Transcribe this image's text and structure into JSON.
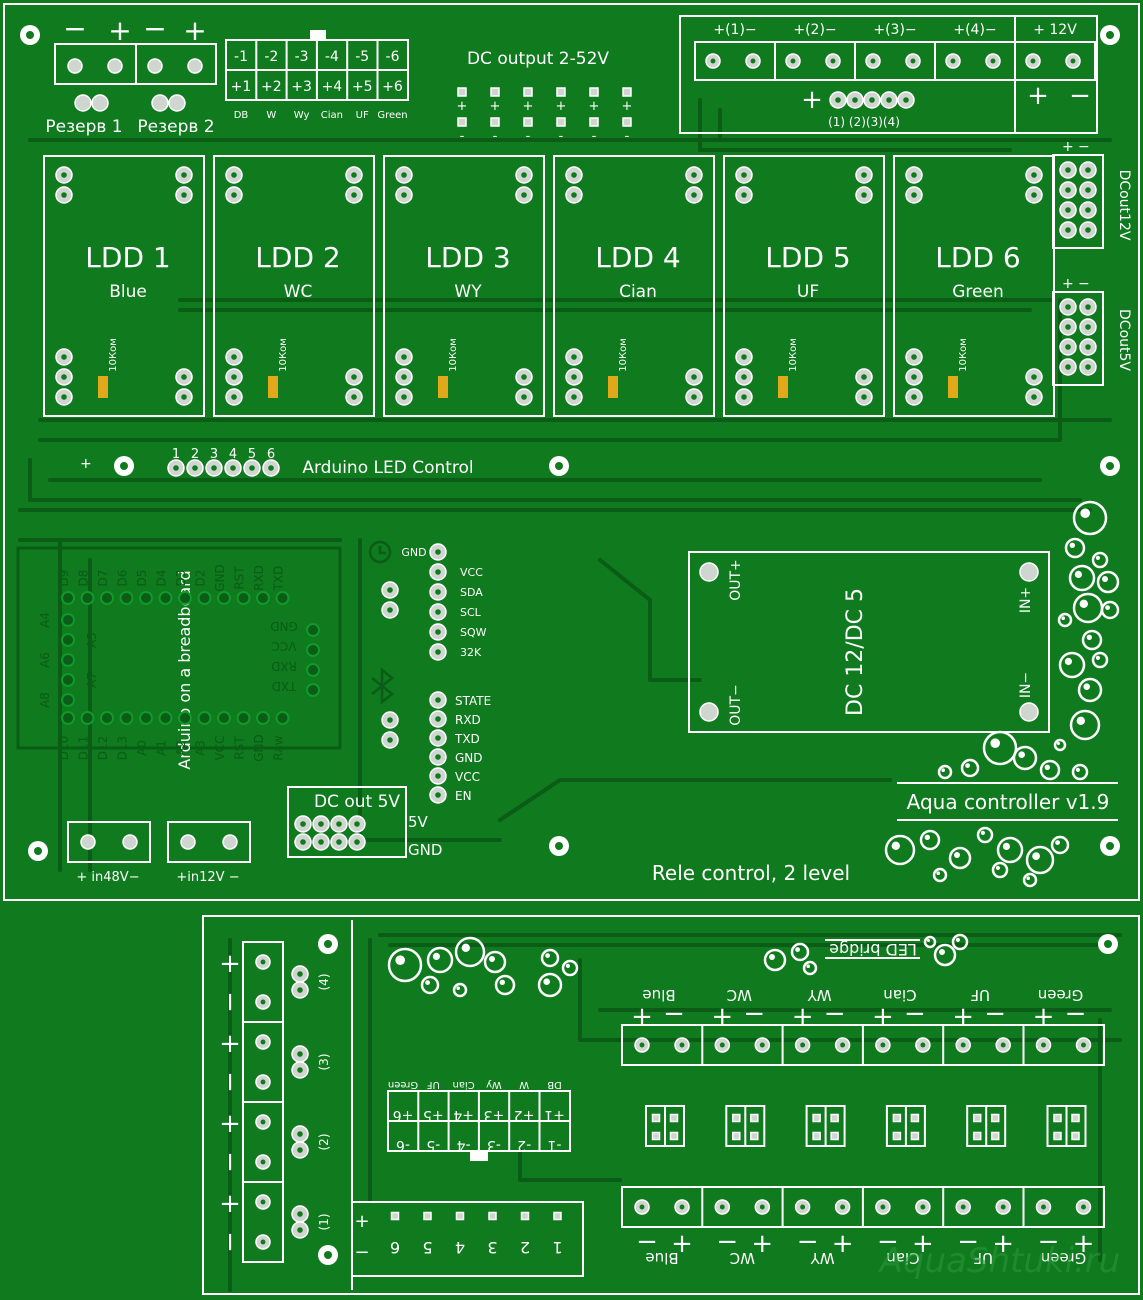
{
  "top_board": {
    "reserve_labels": [
      "Резерв 1",
      "Резерв 2"
    ],
    "reserve_polarity": [
      "−",
      "+",
      "−",
      "+"
    ],
    "minus_row": [
      "-1",
      "-2",
      "-3",
      "-4",
      "-5",
      "-6"
    ],
    "plus_row": [
      "+1",
      "+2",
      "+3",
      "+4",
      "+5",
      "+6"
    ],
    "channel_row": [
      "DB",
      "W",
      "Wy",
      "Cian",
      "UF",
      "Green"
    ],
    "dc_output_label": "DC output 2-52V",
    "dc_output_pins": [
      [
        "+",
        "-"
      ],
      [
        "+",
        "-"
      ],
      [
        "+",
        "-"
      ],
      [
        "+",
        "-"
      ],
      [
        "+",
        "-"
      ],
      [
        "+",
        "-"
      ]
    ],
    "relay_header": [
      "+(1)−",
      "+(2)−",
      "+(3)−",
      "+(4)−",
      "+ 12V"
    ],
    "relay_bottom_pm": [
      "+",
      "−"
    ],
    "relay_numbers": "(1) (2)(3)(4)",
    "dcout12_label": "DCout12V",
    "dcout5_label": "DCout5V",
    "ldd": [
      {
        "name": "LDD 1",
        "color": "Blue"
      },
      {
        "name": "LDD 2",
        "color": "WC"
      },
      {
        "name": "LDD 3",
        "color": "WY"
      },
      {
        "name": "LDD 4",
        "color": "Cian"
      },
      {
        "name": "LDD 5",
        "color": "UF"
      },
      {
        "name": "LDD 6",
        "color": "Green"
      }
    ],
    "resistor_label": "10Ком",
    "arduino_pin_numbers": [
      "1",
      "2",
      "3",
      "4",
      "5",
      "6"
    ],
    "arduino_led_label": "Arduino LED Control",
    "arduino_breadboard_label": "Arduino on a breadboard",
    "arduino_top_pins": [
      "D9",
      "D8",
      "D7",
      "D6",
      "D5",
      "D4",
      "D3",
      "D2",
      "GND",
      "RST",
      "RXD",
      "TXD"
    ],
    "arduino_bottom_pins": [
      "D10",
      "D11",
      "D12",
      "D13",
      "A0",
      "A1",
      "A2",
      "A3",
      "VCC",
      "RST",
      "GND",
      "Raw"
    ],
    "arduino_left_pins": [
      "A4",
      "A5",
      "A6",
      "A7",
      "A8"
    ],
    "arduino_right_pins": [
      "GND",
      "VCC",
      "RXD",
      "TXD"
    ],
    "rtc_pins": [
      "GND",
      "VCC",
      "SDA",
      "SCL",
      "SQW",
      "32K"
    ],
    "bt_pins": [
      "STATE",
      "RXD",
      "TXD",
      "GND",
      "VCC",
      "EN"
    ],
    "dcdc_label": "DC 12/DC 5",
    "dcdc_pins": [
      "OUT+",
      "OUT−",
      "IN+",
      "IN−"
    ],
    "dcout5_block_label": "DC out 5V",
    "v5_label": "5V",
    "gnd_label": "GND",
    "in48": "+ in48V−",
    "in12": "+in12V −",
    "title": "Aqua controller v1.9",
    "relay_label": "Rele control, 2 level",
    "plus_mark": "+"
  },
  "bottom_board": {
    "left_numbers": [
      "(4)",
      "(3)",
      "(2)",
      "(1)"
    ],
    "left_pm": [
      "+",
      "−",
      "+",
      "−",
      "+",
      "−",
      "+",
      "−"
    ],
    "led_bridge": "LED bridge",
    "channels_top": [
      "Blue",
      "WC",
      "WY",
      "Cian",
      "UF",
      "Green"
    ],
    "channels_bottom": [
      "Blue",
      "WC",
      "WY",
      "Cian",
      "UF",
      "Green"
    ],
    "pm_pair": [
      "+",
      "−"
    ],
    "mid_labels": [
      "Green",
      "UF",
      "Cian",
      "Wy",
      "W",
      "DB"
    ],
    "mid_plus": [
      "+6",
      "+5",
      "+4",
      "+3",
      "+2",
      "+1"
    ],
    "mid_minus": [
      "-6",
      "-5",
      "-4",
      "-3",
      "-2",
      "-1"
    ],
    "conn_numbers": [
      "6",
      "5",
      "4",
      "3",
      "2",
      "1"
    ],
    "conn_pm": [
      "+",
      "−"
    ],
    "watermark": "AquaShtuki.ru"
  },
  "colors": {
    "board": "#0f7a1e",
    "trace": "#0a5c16",
    "silk": "#ffffff",
    "pad": "#cfd6cf",
    "resistor": "#e0a81a"
  }
}
